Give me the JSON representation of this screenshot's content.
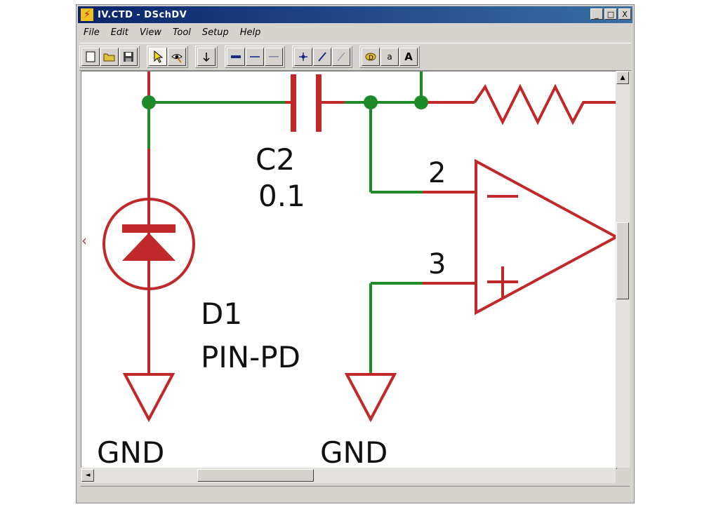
{
  "window": {
    "title": "IV.CTD - DSchDV",
    "controls": {
      "minimize": "_",
      "maximize": "□",
      "close": "X"
    }
  },
  "menu": [
    "File",
    "Edit",
    "View",
    "Tool",
    "Setup",
    "Help"
  ],
  "toolbar": {
    "groups": [
      [
        "new-icon",
        "open-icon",
        "save-icon"
      ],
      [
        "pointer-icon",
        "zoom-icon"
      ],
      [
        "pin-icon"
      ],
      [
        "wire-thick-icon",
        "wire-thin-icon",
        "wire-dashed-icon"
      ],
      [
        "junction-icon",
        "line-icon",
        "line-light-icon"
      ],
      [
        "part-icon",
        "label-icon",
        "text-icon"
      ]
    ],
    "labels": {
      "label_tool": "a",
      "text_tool": "A"
    }
  },
  "schematic": {
    "capacitor": {
      "ref": "C2",
      "value": "0.1"
    },
    "diode": {
      "ref": "D1",
      "value": "PIN-PD"
    },
    "opamp": {
      "pin_inverting": "2",
      "pin_noninverting": "3",
      "minus_sign": "−",
      "plus_sign": "+"
    },
    "ground_left": "GND",
    "ground_right": "GND",
    "colors": {
      "component": "#c0282a",
      "wire": "#1f8a2a",
      "junction": "#1f8a2a",
      "text": "#111111"
    }
  },
  "scrollbars": {
    "up": "▲",
    "left": "◄"
  }
}
